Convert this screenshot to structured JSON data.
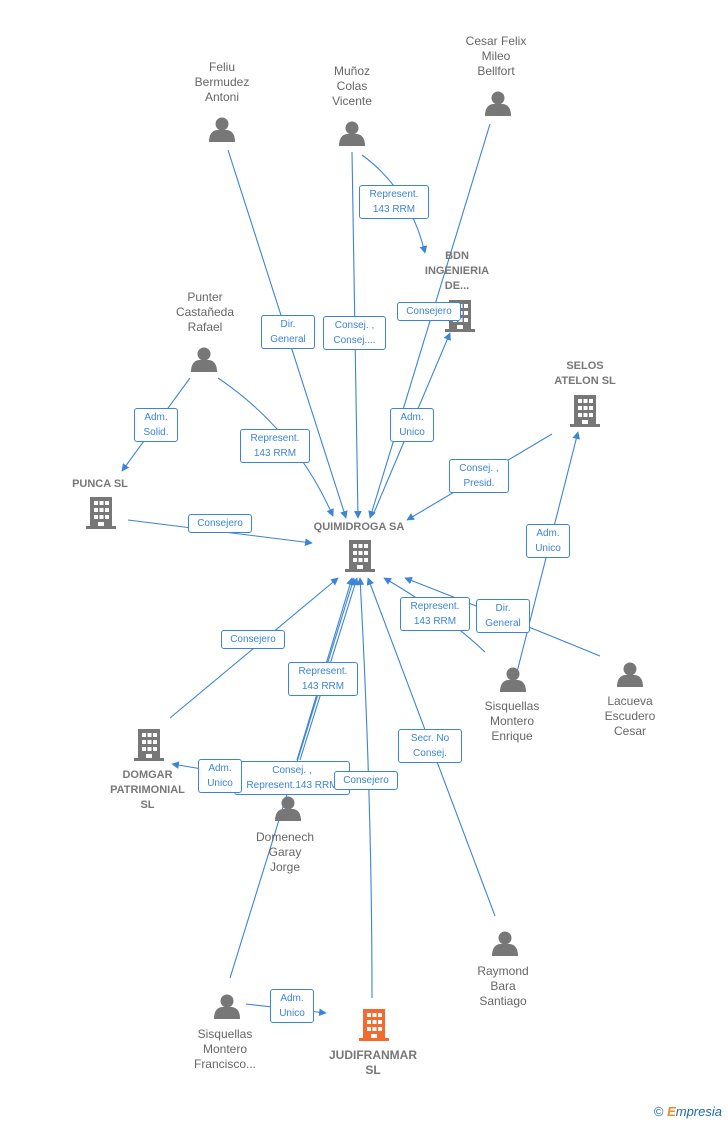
{
  "colors": {
    "line": "#3b84d6",
    "person": "#777777",
    "company": "#777777",
    "focus_company": "#f26a2e"
  },
  "nodes": {
    "feliu": "Feliu\nBermudez\nAntoni",
    "munoz": "Muñoz\nColas\nVicente",
    "cesar": "Cesar Felix\nMileo\nBellfort",
    "bdn": "BDN\nINGENIERIA\nDE...",
    "punter": "Punter\nCastañeda\nRafael",
    "selos": "SELOS\nATELON  SL",
    "punca": "PUNCA SL",
    "quimidroga": "QUIMIDROGA SA",
    "sisquellas_e": "Sisquellas\nMontero\nEnrique",
    "lacueva": "Lacueva\nEscudero\nCesar",
    "domgar": "DOMGAR\nPATRIMONIAL\nSL",
    "domenech": "Domenech\nGaray\nJorge",
    "raymond": "Raymond\nBara\nSantiago",
    "sisquellas_f": "Sisquellas\nMontero\nFrancisco...",
    "judifranmar": "JUDIFRANMAR\nSL"
  },
  "relations": {
    "represent_munoz_bdn": "Represent.\n143 RRM",
    "consejero_bdn": "Consejero",
    "dir_general_feliu": "Dir.\nGeneral",
    "consej_munoz": "Consej. ,\nConsej....",
    "adm_solid": "Adm.\nSolid.",
    "represent_punter": "Represent.\n143 RRM",
    "adm_unico_bdn": "Adm.\nUnico",
    "consej_presid": "Consej. ,\nPresid.",
    "consejero_punca": "Consejero",
    "adm_unico_selos": "Adm.\nUnico",
    "represent_enrique": "Represent.\n143 RRM",
    "dir_general_lacueva": "Dir.\nGeneral",
    "consejero_domgar": "Consejero",
    "represent_domenech": "Represent.\n143 RRM",
    "adm_unico_domgar": "Adm.\nUnico",
    "consej_represent": "Consej. ,\nRepresent.143 RRM",
    "consejero_judi": "Consejero",
    "secr_no_consej": "Secr.  No\nConsej.",
    "adm_unico_judi": "Adm.\nUnico"
  },
  "footer": {
    "copyright": "©",
    "brand_e": "E",
    "brand_rest": "mpresia"
  }
}
